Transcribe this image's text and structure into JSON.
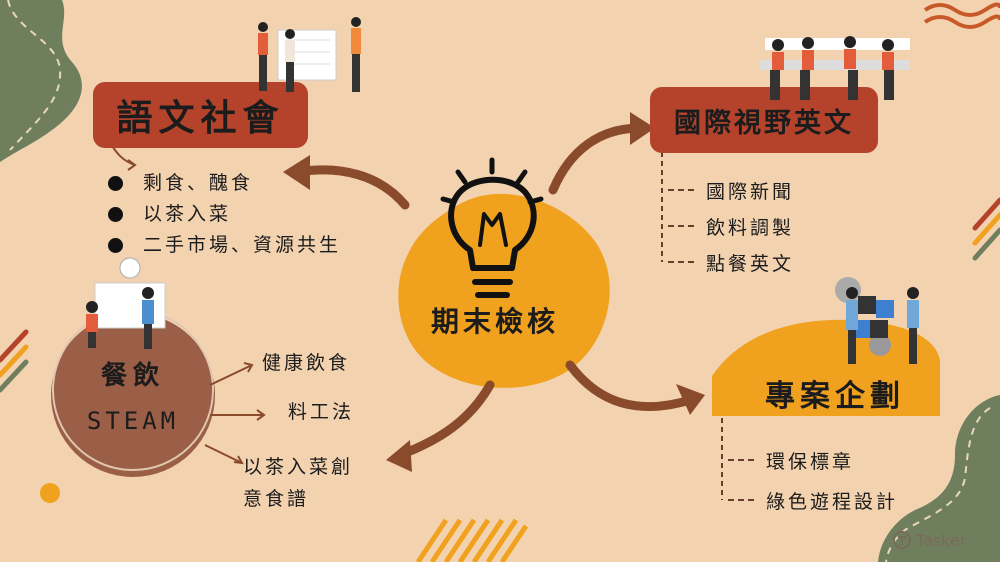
{
  "center": {
    "title": "期末檢核"
  },
  "nodes": {
    "language": {
      "title": "語文社會",
      "items": [
        "剩食、醜食",
        "以茶入菜",
        "二手市場、資源共生"
      ]
    },
    "english": {
      "title": "國際視野英文",
      "items": [
        "國際新聞",
        "飲料調製",
        "點餐英文"
      ]
    },
    "food": {
      "title": "餐飲",
      "subtitle": "STEAM",
      "items": [
        "健康飲食",
        "料工法",
        "以茶入菜創",
        "意食譜"
      ]
    },
    "project": {
      "title": "專案企劃",
      "items": [
        "環保標章",
        "綠色遊程設計"
      ]
    }
  },
  "watermark": "Tasker",
  "colors": {
    "background": "#f3d2b0",
    "dark_red": "#b5432c",
    "orange": "#f0a21f",
    "brown": "#9b5e46",
    "arrow": "#8a4a2c",
    "green": "#6f7f5e"
  },
  "icons": [
    "lightbulb-icon",
    "bullet-icon",
    "people-illustration",
    "watermark-logo-icon"
  ]
}
